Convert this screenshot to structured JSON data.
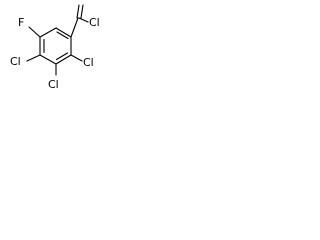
{
  "molecule": {
    "atoms": {
      "fluorine": "F",
      "acyl_chlorine": "Cl",
      "chlorine_ortho": "Cl",
      "chlorine_meta": "Cl",
      "chlorine_para": "Cl"
    },
    "colors": {
      "ink": "#000000",
      "background": "#ffffff"
    }
  }
}
